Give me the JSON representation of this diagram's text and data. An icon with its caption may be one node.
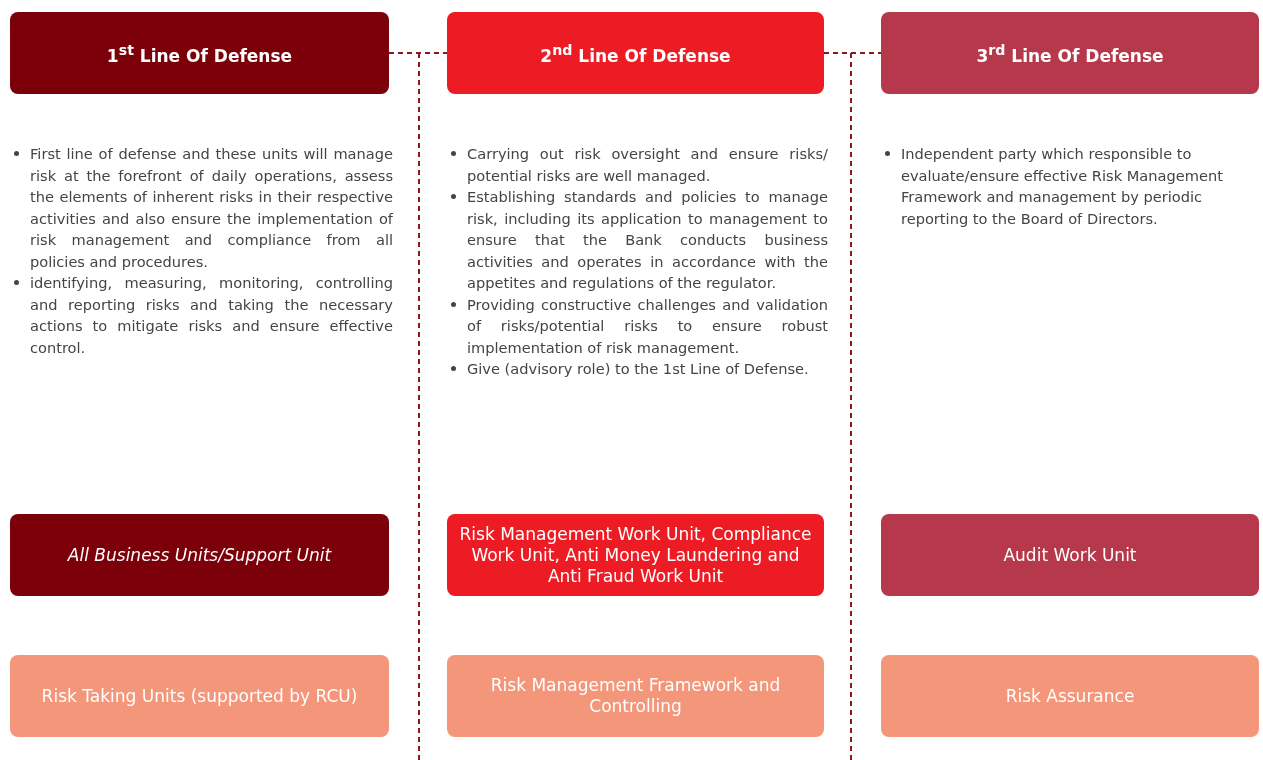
{
  "diagram": {
    "nodes": [
      {
        "text": [
          "1$^{st}$ Line Of Defense"
        ]
      },
      {
        "text": [
          "2$^{nd}$ Line Of Defense"
        ]
      },
      {
        "text": [
          "3$^{rd}$ Line Of Defense"
        ]
      },
      {
        "text": [
          "All Business Units/Support Unit"
        ]
      },
      {
        "text": [
          "Risk Management Work Unit, Compliance Work Unit, Anti Money Laundering and Anti Fraud Work Unit"
        ]
      },
      {
        "text": [
          "Audit Work Unit"
        ]
      },
      {
        "text": [
          "Risk Taking Units (supported by RCU)"
        ]
      },
      {
        "text": [
          "Risk Management Framework and Controlling"
        ]
      },
      {
        "text": [
          "Risk Assurance"
        ]
      }
    ],
    "edges": [
      {
        "from": 0,
        "to": 1,
        "arrow": "none",
        "style": "dashed"
      },
      {
        "from": 1,
        "to": 2,
        "arrow": "none",
        "style": "dashed"
      }
    ],
    "labels": [
      "First line of defense and these units will manage risk at the forefront of daily operations, assess the elements of inherent risks in their respective activities and also ensure the implementation of risk management and compliance from all policies and procedures.",
      "identifying, measuring, monitoring, controlling and reporting risks and taking the necessary actions to mitigate risks and ensure effective control.",
      "Carrying out risk oversight and ensure risks/ potential risks are well managed.",
      "Establishing standards and policies to manage risk, including its application to management to ensure that the Bank conducts business activities and operates in accordance with the appetites and regulations of the regulator.",
      "Providing constructive challenges and validation of risks/potential risks to ensure robust implementation of risk management.",
      "Give (advisory role) to the 1st Line of Defense.",
      "Independent party which responsible to evaluate/ensure effective Risk Management Framework and management by periodic reporting to the Board of Directors."
    ]
  }
}
